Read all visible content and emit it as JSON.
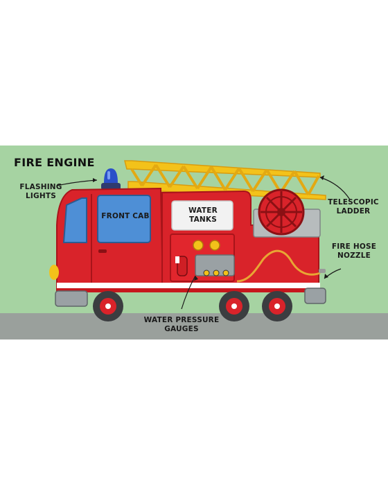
{
  "title": "FIRE ENGINE",
  "labels": {
    "flashing_lights": "FLASHING LIGHTS",
    "front_cab": "FRONT CAB",
    "water_tanks": "WATER TANKS",
    "telescopic_ladder": "TELESCOPIC LADDER",
    "fire_hose_nozzle": "FIRE HOSE NOZZLE",
    "water_pressure_gauges": "WATER PRESSURE GAUGES"
  },
  "colors": {
    "background": "#a6d3a2",
    "ground": "#9aa09c",
    "truck_red": "#d9232a",
    "ladder_yellow": "#f3c21a",
    "window_blue": "#4e8fd6",
    "light_blue": "#2a4fc9"
  }
}
